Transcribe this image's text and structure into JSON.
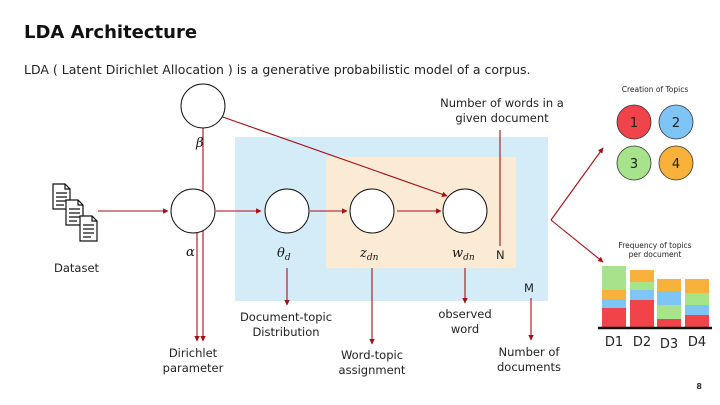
{
  "title": "LDA Architecture",
  "subtitle": "LDA ( Latent Dirichlet Allocation ) is a generative probabilistic model of a corpus.",
  "page_number": "8",
  "nodes": {
    "beta": "β",
    "alpha": "α",
    "theta": {
      "base": "θ",
      "sub": "d"
    },
    "z": {
      "base": "z",
      "sub": "dn"
    },
    "w": {
      "base": "w",
      "sub": "dn"
    }
  },
  "plates": {
    "n": "N",
    "m": "M"
  },
  "labels": {
    "dataset": "Dataset",
    "num_words": [
      "Number of words in a",
      "given document"
    ],
    "doc_topic": [
      "Document-topic",
      "Distribution"
    ],
    "observed": [
      "observed",
      "word"
    ],
    "dirichlet": [
      "Dirichlet",
      "parameter"
    ],
    "word_topic": [
      "Word-topic",
      "assignment"
    ],
    "num_docs": [
      "Number of",
      "documents"
    ]
  },
  "topics": {
    "title": "Creation of Topics",
    "items": [
      {
        "label": "1",
        "color": "#f0444a"
      },
      {
        "label": "2",
        "color": "#7ec4f4"
      },
      {
        "label": "3",
        "color": "#a6e38a"
      },
      {
        "label": "4",
        "color": "#f8b23c"
      }
    ]
  },
  "frequency": {
    "title": [
      "Frequency of topics",
      "per document"
    ],
    "documents": [
      "D1",
      "D2",
      "D3",
      "D4"
    ]
  },
  "colors": {
    "arrow": "#a50f15",
    "plate_m": "#d4ebf8",
    "plate_n": "#fcebd4"
  }
}
